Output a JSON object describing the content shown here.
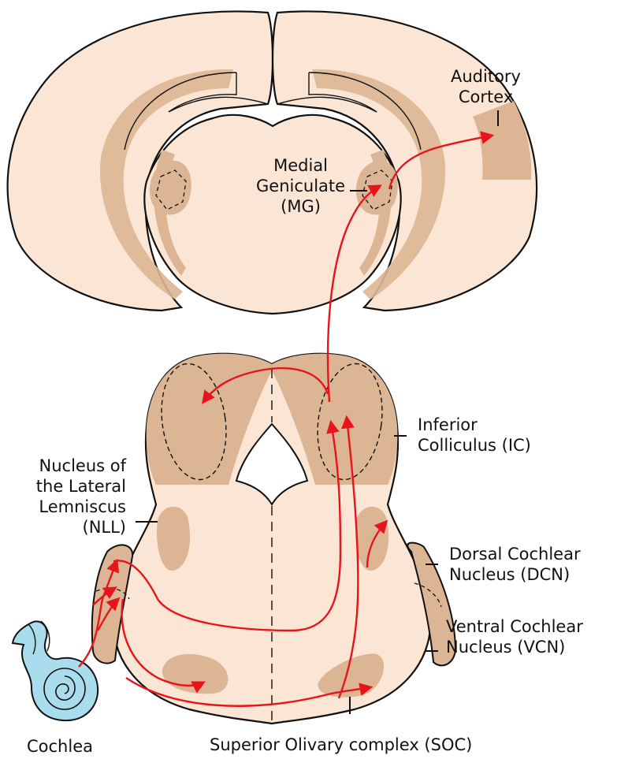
{
  "labels": {
    "auditory_cortex": [
      "Auditory",
      "Cortex"
    ],
    "medial_geniculate": [
      "Medial",
      "Geniculate",
      "(MG)"
    ],
    "inferior_colliculus": [
      "Inferior",
      "Colliculus (IC)"
    ],
    "nll": [
      "Nucleus of",
      "the Lateral",
      "Lemniscus",
      "(NLL)"
    ],
    "dcn": [
      "Dorsal Cochlear",
      "Nucleus (DCN)"
    ],
    "vcn": [
      "Ventral Cochlear",
      "Nucleus (VCN)"
    ],
    "soc": "Superior Olivary complex (SOC)",
    "cochlea": "Cochlea"
  },
  "colors": {
    "tissue": "#fbe6d6",
    "nucleus": "#dcb694",
    "pathway": "#e8141b",
    "outline": "#111111",
    "cochlea": "#a9dcec"
  }
}
